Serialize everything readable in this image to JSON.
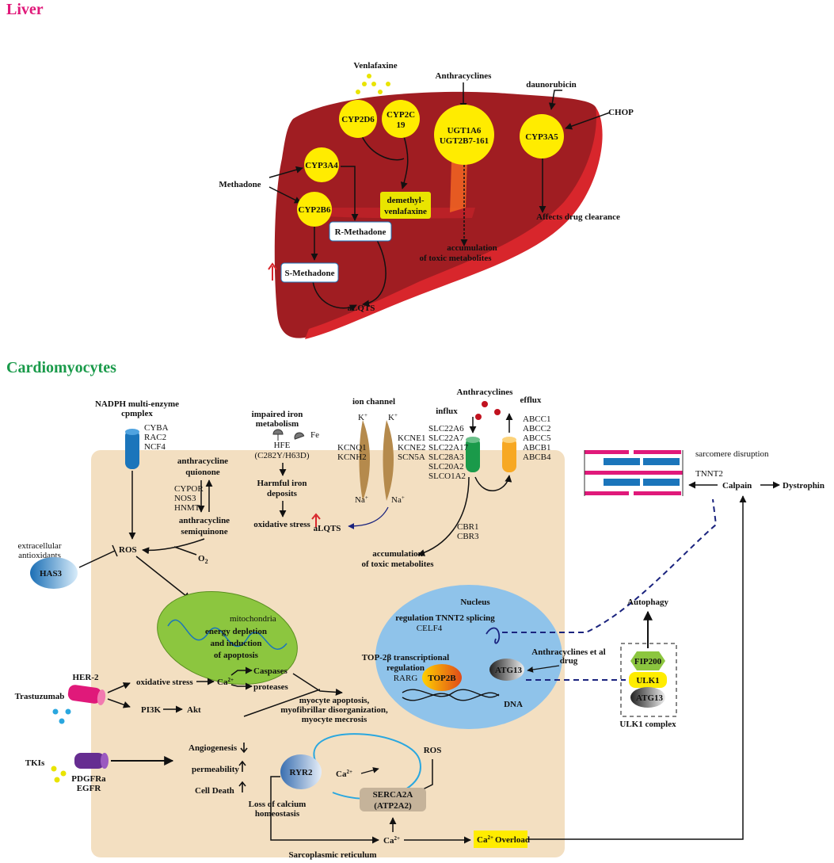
{
  "colors": {
    "liver_title": "#e0197a",
    "cardio_title": "#1a9a4a",
    "liver_body": "#a01d22",
    "liver_edge": "#d8262c",
    "enzyme_circle": "#ffec00",
    "cell_bg": "#f3dfc1",
    "nucleus": "#8fc3ea",
    "mito": "#8cc63f",
    "pink_band": "#e0197a",
    "blue_band": "#1b75bb"
  },
  "liver": {
    "title": "Liver",
    "venlafaxine": "Venlafaxine",
    "anthracyclines": "Anthracyclines",
    "daunorubicin": "daunorubicin",
    "chop": "CHOP",
    "methadone": "Methadone",
    "cyp2d6": "CYP2D6",
    "cyp2c19_1": "CYP2C",
    "cyp2c19_2": "19",
    "ugt_1": "UGT1A6",
    "ugt_2": "UGT2B7-161",
    "cyp3a5": "CYP3A5",
    "cyp3a4": "CYP3A4",
    "cyp2b6": "CYP2B6",
    "demethyl_1": "demethyl-",
    "demethyl_2": "venlafaxine",
    "r_methadone": "R-Methadone",
    "s_methadone": "S-Methadone",
    "alqts": "aLQTS",
    "affects": "Affects drug clearance",
    "accum_1": "accumulation",
    "accum_2": "of toxic metabolites"
  },
  "cardio": {
    "title": "Cardiomyocytes",
    "nadph_1": "NADPH multi-enzyme",
    "nadph_2": "cpmplex",
    "cyba": "CYBA",
    "rac2": "RAC2",
    "ncf4": "NCF4",
    "aq_1": "anthracycline",
    "aq_2": "quionone",
    "cypor": "CYPOR",
    "nos3": "NOS3",
    "hnmt": "HNMT",
    "as_1": "anthracycline",
    "as_2": "semiquinone",
    "o2": "O",
    "o2_sub": "2",
    "ros": "ROS",
    "extra_1": "extracellular",
    "extra_2": "antioxidants",
    "has3": "HAS3",
    "iron_1": "impaired iron",
    "iron_2": "metabolism",
    "fe": "Fe",
    "hfe_1": "HFE",
    "hfe_2": "(C282Y/H63D)",
    "harm_1": "Harmful iron",
    "harm_2": "deposits",
    "ox_stress": "oxidative stress",
    "ion_channel": "ion channel",
    "k_plus": "K",
    "na_plus": "Na",
    "kcnq1": "KCNQ1",
    "kcnh2": "KCNH2",
    "kcne1": "KCNE1",
    "kcne2": "KCNE2",
    "scn5a": "SCN5A",
    "alqts": "aLQTS",
    "anthracyclines": "Anthracyclines",
    "influx": "influx",
    "efflux": "efflux",
    "influx_genes": [
      "SLC22A6",
      "SLC22A7",
      "SLC22A17",
      "SLC28A3",
      "SLC20A2",
      "SLCO1A2"
    ],
    "efflux_genes": [
      "ABCC1",
      "ABCC2",
      "ABCC5",
      "ABCB1",
      "ABCB4"
    ],
    "cbr1": "CBR1",
    "cbr3": "CBR3",
    "accum_1": "accumulation",
    "accum_2": "of toxic metabolites",
    "sarcomere": "sarcomere disruption",
    "tnnt2": "TNNT2",
    "calpain": "Calpain",
    "dystrophin": "Dystrophin",
    "mitochondria": "mitochondria",
    "energy_1": "energy depletion",
    "energy_2": "and induction",
    "energy_3": "of apoptosis",
    "nucleus": "Nucleus",
    "reg_tnnt2": "regulation TNNT2 splicing",
    "celf4": "CELF4",
    "top2_1": "TOP-2β transcriptional",
    "top2_2": "regulation",
    "rarg": "RARG",
    "top2b": "TOP2B",
    "dna": "DNA",
    "atg13": "ATG13",
    "anth_drug_1": "Anthracyclines et al",
    "anth_drug_2": "drug",
    "autophagy": "Autophagy",
    "fip200": "FIP200",
    "ulk1": "ULK1",
    "atg13b": "ATG13",
    "ulk1_complex": "ULK1 complex",
    "trastuzumab": "Trastuzumab",
    "her2": "HER-2",
    "ox_stress2": "oxidative stress",
    "ca": "Ca",
    "ca_sup": "2+",
    "caspases": "Caspases",
    "proteases": "proteases",
    "pi3k": "PI3K",
    "akt": "Akt",
    "myo_1": "myocyte apoptosis,",
    "myo_2": "myofibrillar disorganization,",
    "myo_3": "myocyte mecrosis",
    "tkis": "TKIs",
    "pdgfra": "PDGFRa",
    "egfr": "EGFR",
    "angio": "Angiogenesis",
    "perm": "permeability",
    "death": "Cell Death",
    "ryr2": "RYR2",
    "ros2": "ROS",
    "serca_1": "SERCA2A",
    "serca_2": "(ATP2A2)",
    "loss_1": "Loss of calcium",
    "loss_2": "homeostasis",
    "sarco": "Sarcoplasmic reticulum",
    "overload": "Overload"
  }
}
